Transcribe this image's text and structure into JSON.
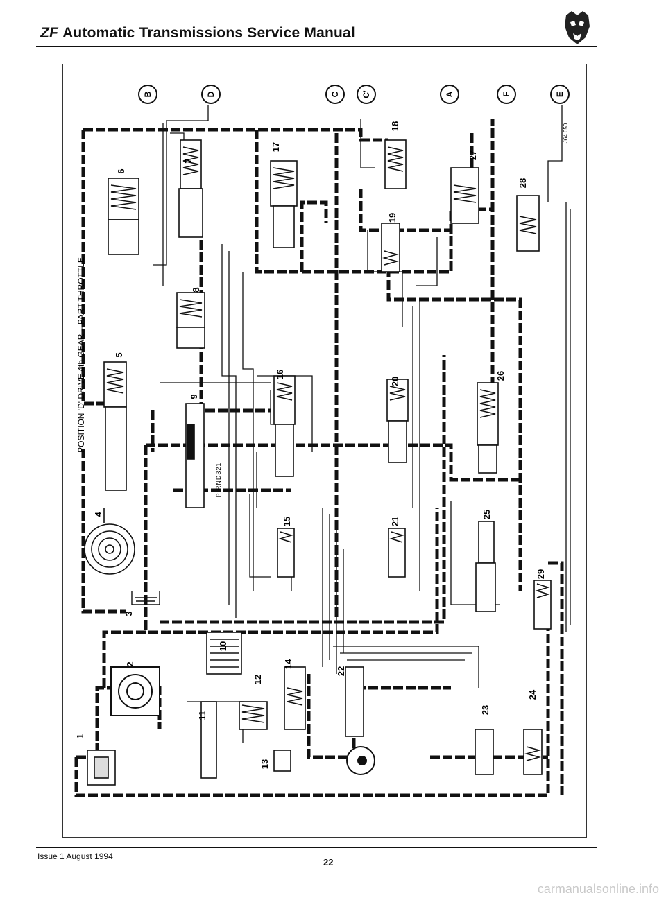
{
  "header": {
    "brand": "ZF",
    "title": "Automatic Transmissions Service Manual"
  },
  "diagram": {
    "caption": "POSITION 'D' DRIVE 4th GEAR – PART THROTTLE",
    "ref_code": "J64 650",
    "connectors": [
      "B",
      "D",
      "C",
      "C'",
      "A",
      "F",
      "E"
    ],
    "selector_positions": "P RND321",
    "components": [
      "1",
      "2",
      "3",
      "4",
      "5",
      "6",
      "7",
      "8",
      "9",
      "10",
      "11",
      "12",
      "13",
      "14",
      "15",
      "16",
      "17",
      "18",
      "19",
      "20",
      "21",
      "22",
      "23",
      "24",
      "25",
      "26",
      "27",
      "28",
      "29"
    ]
  },
  "footer": {
    "issue": "Issue 1 August 1994",
    "page_number": "22"
  },
  "watermark": "carmanualsonline.info"
}
